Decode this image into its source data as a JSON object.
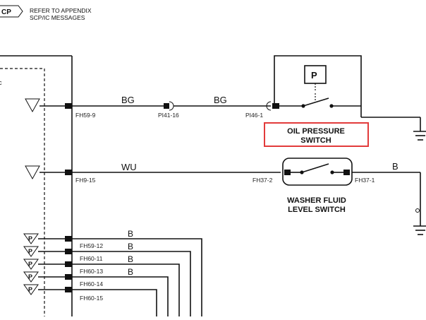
{
  "header": {
    "badge": "CP",
    "note_line1": "REFER TO APPENDIX",
    "note_line2": "SCP/IC MESSAGES"
  },
  "left_panel": {
    "edge_label": "c"
  },
  "circuits": {
    "top": {
      "wire1_color": "BG",
      "wire2_color": "BG",
      "pin_left": "FH59-9",
      "pin_mid": "PI41-16",
      "pin_right": "PI46-1"
    },
    "washer": {
      "wire_color": "WU",
      "pin_left": "FH9-15",
      "pin_switch_in": "FH37-2",
      "pin_switch_out": "FH37-1",
      "out_color": "B"
    },
    "ground_bus": [
      {
        "pin": "FH59-12",
        "color": "B"
      },
      {
        "pin": "FH60-11",
        "color": "B"
      },
      {
        "pin": "FH60-13",
        "color": "B"
      },
      {
        "pin": "FH60-14",
        "color": "B"
      },
      {
        "pin": "FH60-15",
        "color": ""
      }
    ]
  },
  "components": {
    "oil_switch_line1": "OIL PRESSURE",
    "oil_switch_line2": "SWITCH",
    "pressure_symbol": "P",
    "washer_switch_line1": "WASHER FLUID",
    "washer_switch_line2": "LEVEL SWITCH",
    "triangle_plain": "",
    "triangle_p": "P"
  },
  "colors": {
    "highlight": "#e23b3b",
    "ink": "#111111"
  }
}
